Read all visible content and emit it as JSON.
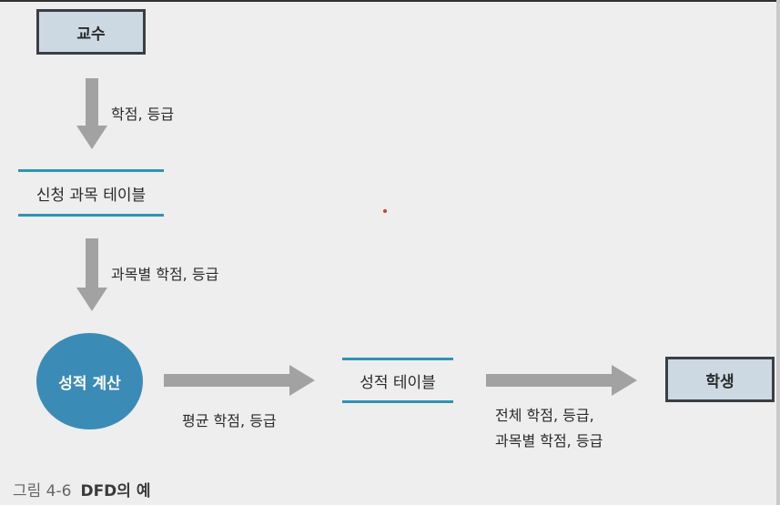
{
  "diagram": {
    "external_entities": {
      "professor": "교수",
      "student": "학생"
    },
    "data_stores": {
      "course_table": "신청 과목 테이블",
      "grade_table": "성적 테이블"
    },
    "process": {
      "label": "성적 계산"
    },
    "flows": {
      "professor_to_course": "학점, 등급",
      "course_to_process": "과목별 학점, 등급",
      "process_to_grade": "평균 학점, 등급",
      "grade_to_student_line1": "전체 학점, 등급,",
      "grade_to_student_line2": "과목별 학점, 등급"
    }
  },
  "caption": {
    "figure_number": "그림 4-6",
    "title": "DFD의 예"
  },
  "colors": {
    "background": "#eeeeee",
    "entity_fill": "#cdd9e2",
    "entity_border": "#3a3f44",
    "datastore_line": "#2f93b3",
    "process_fill": "#3b8bb7",
    "arrow": "#a2a2a2"
  }
}
